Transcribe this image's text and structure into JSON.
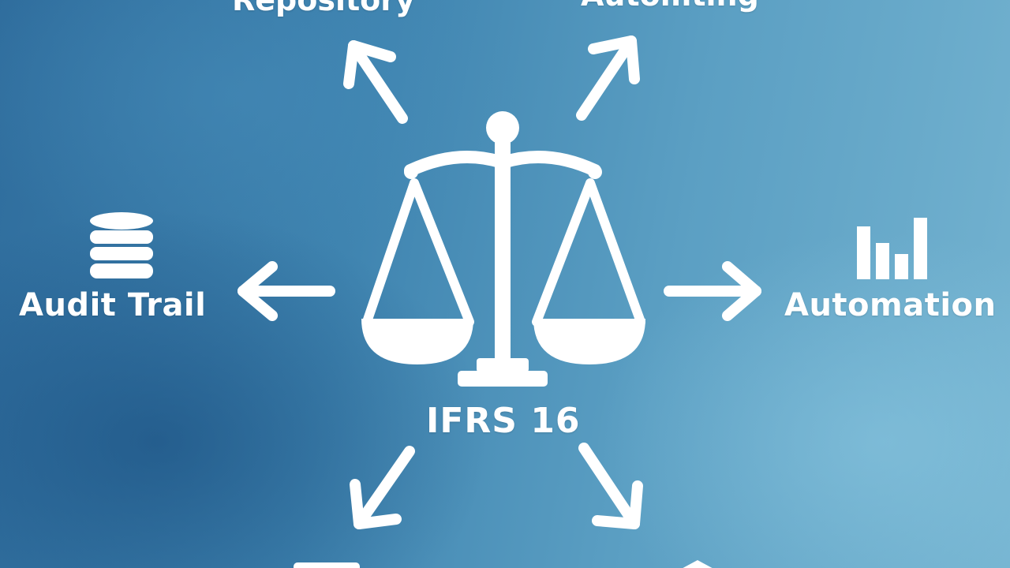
{
  "center": {
    "label": "IFRS 16",
    "icon": "scales-of-justice-icon"
  },
  "nodes": {
    "top_left": {
      "label": "Repository"
    },
    "top_right": {
      "label": "Automting"
    },
    "left": {
      "label": "Audit Trail",
      "icon": "database-icon"
    },
    "right": {
      "label": "Automation",
      "icon": "bar-chart-icon"
    }
  },
  "colors": {
    "foreground": "#ffffff",
    "background_dark": "#2f6d9d",
    "background_light": "#74b3d0"
  }
}
